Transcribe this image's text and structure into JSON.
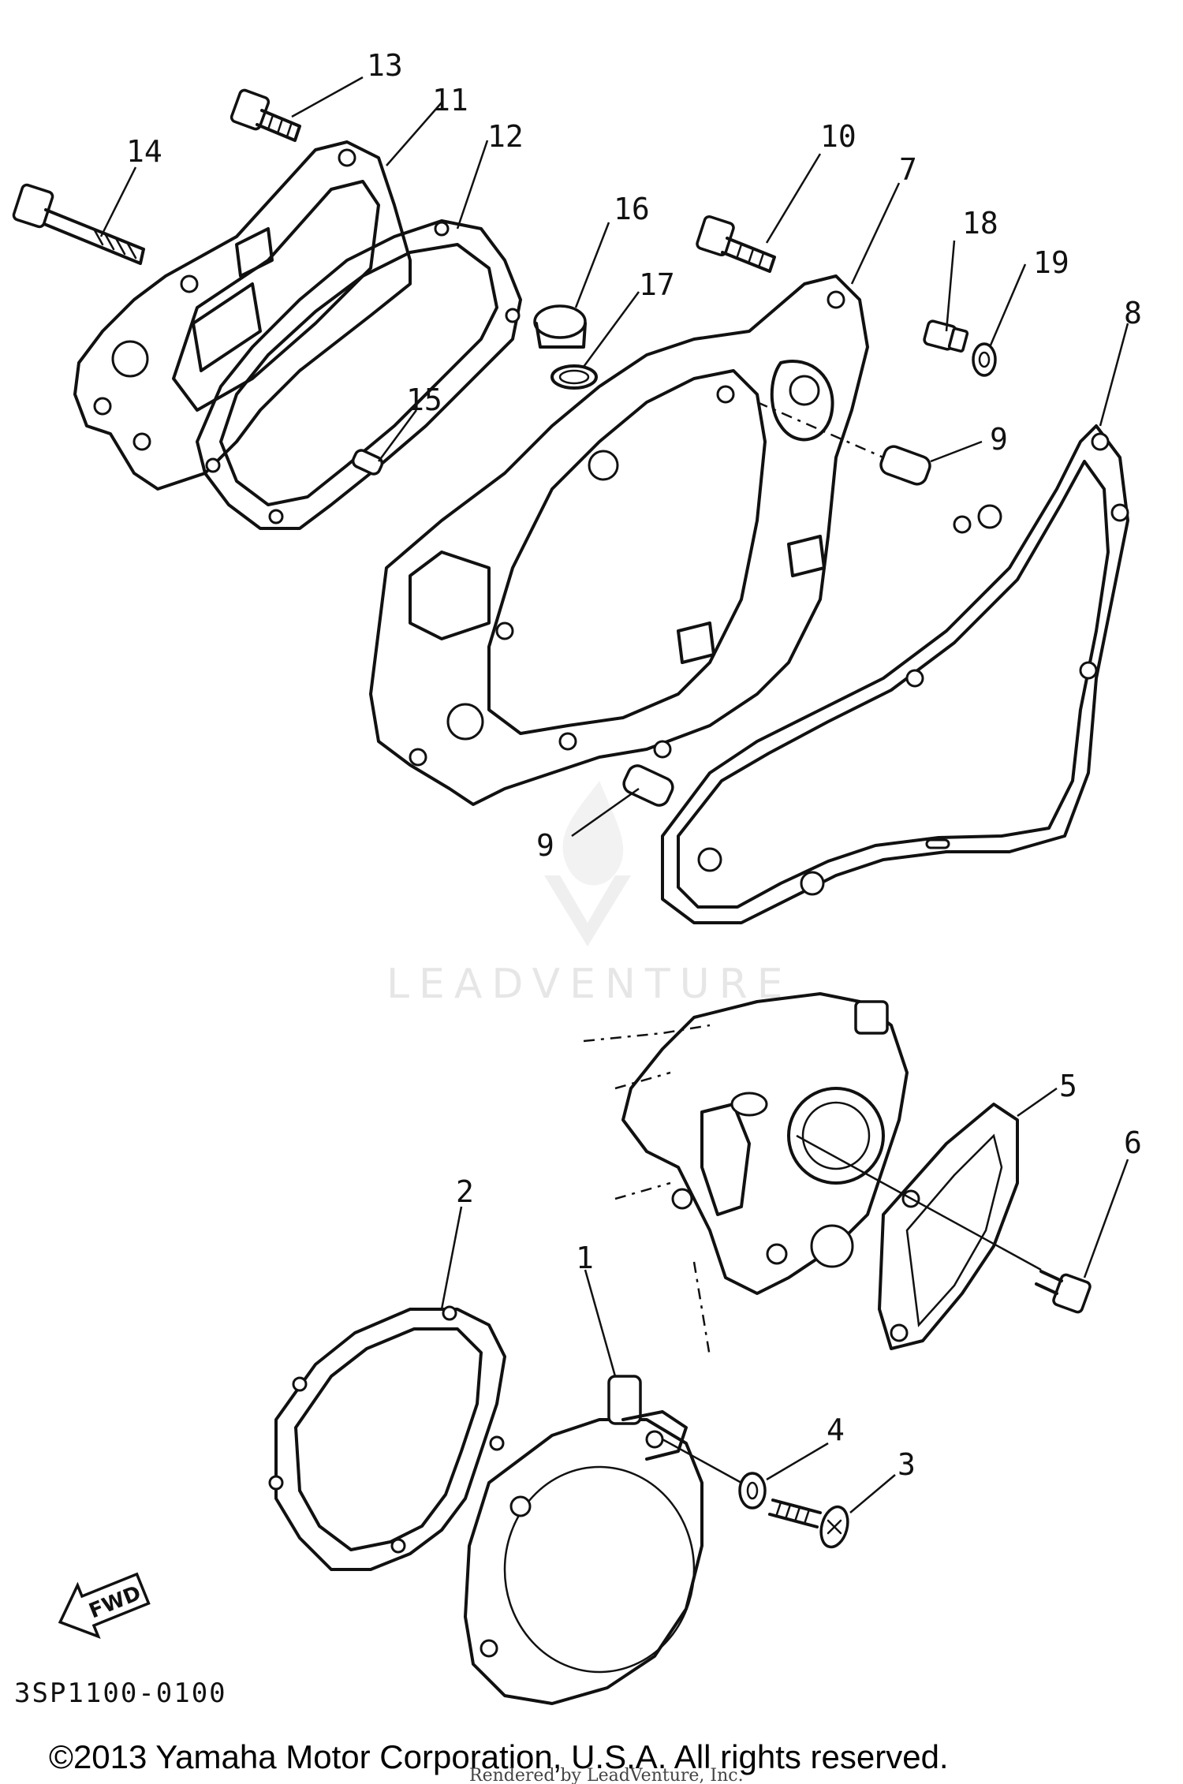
{
  "watermark": {
    "brand": "LEADVENTURE"
  },
  "callouts": [
    {
      "id": "13",
      "label": "13"
    },
    {
      "id": "11",
      "label": "11"
    },
    {
      "id": "14",
      "label": "14"
    },
    {
      "id": "12",
      "label": "12"
    },
    {
      "id": "16",
      "label": "16"
    },
    {
      "id": "10",
      "label": "10"
    },
    {
      "id": "7",
      "label": "7"
    },
    {
      "id": "18",
      "label": "18"
    },
    {
      "id": "19",
      "label": "19"
    },
    {
      "id": "17",
      "label": "17"
    },
    {
      "id": "8",
      "label": "8"
    },
    {
      "id": "15",
      "label": "15"
    },
    {
      "id": "9a",
      "label": "9"
    },
    {
      "id": "9b",
      "label": "9"
    },
    {
      "id": "5",
      "label": "5"
    },
    {
      "id": "6",
      "label": "6"
    },
    {
      "id": "2",
      "label": "2"
    },
    {
      "id": "1",
      "label": "1"
    },
    {
      "id": "4",
      "label": "4"
    },
    {
      "id": "3",
      "label": "3"
    }
  ],
  "fwd_label": "FWD",
  "diagram_code": "3SP1100-0100",
  "copyright": "©2013 Yamaha Motor Corporation, U.S.A. All rights reserved.",
  "rendered_by": "Rendered by LeadVenture, Inc."
}
